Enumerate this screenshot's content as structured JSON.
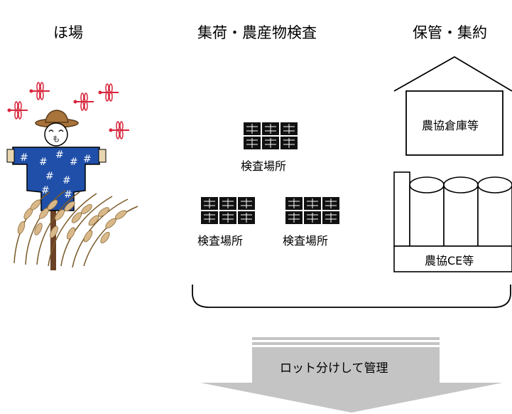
{
  "headers": {
    "field": "ほ場",
    "collection_inspection": "集荷・農産物検査",
    "storage": "保管・集約"
  },
  "inspection_sites": [
    {
      "label": "検査場所"
    },
    {
      "label": "検査場所"
    },
    {
      "label": "検査場所"
    }
  ],
  "warehouse_label": "農協倉庫等",
  "ce_label": "農協CE等",
  "arrow_label": "ロット分けして管理",
  "colors": {
    "scarecrow_coat": "#1f4fa8",
    "dragonfly": "#d7263d",
    "arrow": "#c4c4c4"
  }
}
